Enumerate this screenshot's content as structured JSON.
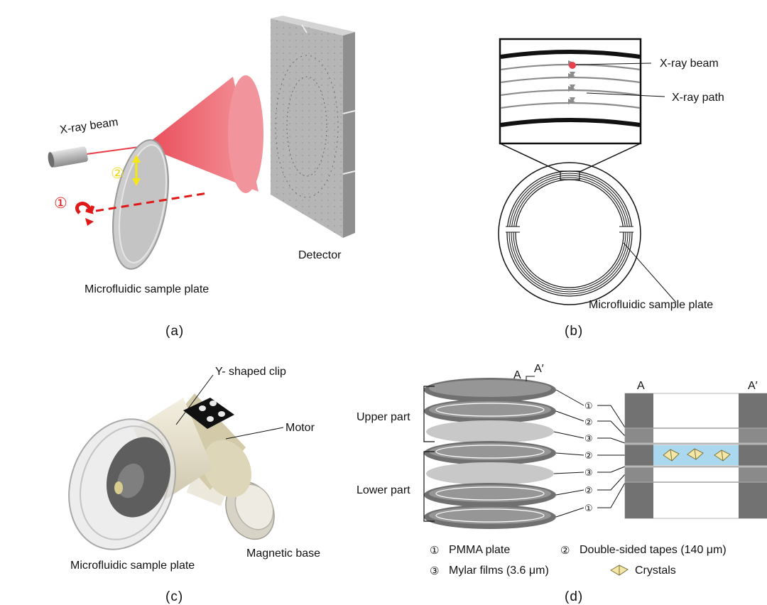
{
  "panel_a": {
    "beam_label": "X-ray beam",
    "detector_label": "Detector",
    "plate_label": "Microfluidic sample plate",
    "marker_1": "①",
    "marker_2": "②",
    "caption": "(a)",
    "colors": {
      "beam": "#e8414d",
      "arrow": "#f5e61a",
      "rotation": "#e01818"
    }
  },
  "panel_b": {
    "beam_label": "X-ray beam",
    "path_label": "X-ray path",
    "plate_label": "Microfluidic sample plate",
    "caption": "(b)"
  },
  "panel_c": {
    "clip_label": "Y- shaped clip",
    "motor_label": "Motor",
    "plate_label": "Microfluidic sample plate",
    "base_label": "Magnetic base",
    "caption": "(c)"
  },
  "panel_d": {
    "section_a": "A",
    "section_a_prime": "A′",
    "upper_label": "Upper part",
    "lower_label": "Lower part",
    "layer_numbers": [
      "①",
      "②",
      "③",
      "②",
      "③",
      "②",
      "①"
    ],
    "legend": [
      {
        "mark": "①",
        "text": "PMMA plate"
      },
      {
        "mark": "②",
        "text": "Double-sided tapes (140 μm)"
      },
      {
        "mark": "③",
        "text": "Mylar films (3.6 μm)"
      },
      {
        "mark": "",
        "text": "Crystals"
      }
    ],
    "caption": "(d)",
    "colors": {
      "channel": "#a9d8ef",
      "crystal": "#f3e6a6"
    }
  }
}
